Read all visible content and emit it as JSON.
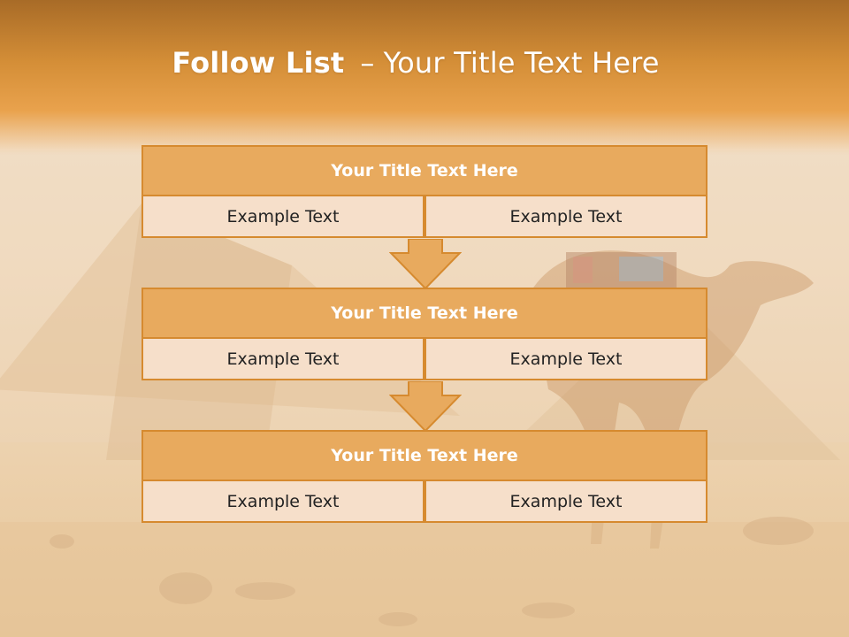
{
  "title": {
    "bold": "Follow List",
    "dash": "–",
    "rest": "Your Title Text Here"
  },
  "blocks": [
    {
      "heading": "Your Title Text Here",
      "left": "Example Text",
      "right": "Example Text"
    },
    {
      "heading": "Your Title Text Here",
      "left": "Example Text",
      "right": "Example Text"
    },
    {
      "heading": "Your Title Text Here",
      "left": "Example Text",
      "right": "Example Text"
    }
  ],
  "colors": {
    "header_band": "#d48e37",
    "block_head": "#e8aa5e",
    "block_border": "#d68a2f",
    "block_cell": "#f6dfca"
  },
  "background": {
    "scene": "pyramids-and-camel-photo"
  }
}
